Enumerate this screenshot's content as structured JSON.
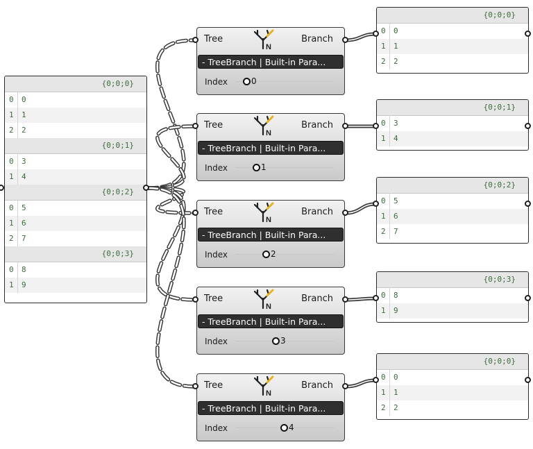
{
  "source_panel": {
    "groups": [
      {
        "path": "{0;0;0}",
        "items": [
          {
            "i": "0",
            "v": "0"
          },
          {
            "i": "1",
            "v": "1"
          },
          {
            "i": "2",
            "v": "2"
          }
        ]
      },
      {
        "path": "{0;0;1}",
        "items": [
          {
            "i": "0",
            "v": "3"
          },
          {
            "i": "1",
            "v": "4"
          }
        ]
      },
      {
        "path": "{0;0;2}",
        "items": [
          {
            "i": "0",
            "v": "5"
          },
          {
            "i": "1",
            "v": "6"
          },
          {
            "i": "2",
            "v": "7"
          }
        ]
      },
      {
        "path": "{0;0;3}",
        "items": [
          {
            "i": "0",
            "v": "8"
          },
          {
            "i": "1",
            "v": "9"
          }
        ]
      }
    ]
  },
  "components": [
    {
      "input_label": "Tree",
      "output_label": "Branch",
      "name": "- TreeBranch | Built-in Para...",
      "slider_label": "Index",
      "slider_value": "0"
    },
    {
      "input_label": "Tree",
      "output_label": "Branch",
      "name": "- TreeBranch | Built-in Para...",
      "slider_label": "Index",
      "slider_value": "1"
    },
    {
      "input_label": "Tree",
      "output_label": "Branch",
      "name": "- TreeBranch | Built-in Para...",
      "slider_label": "Index",
      "slider_value": "2"
    },
    {
      "input_label": "Tree",
      "output_label": "Branch",
      "name": "- TreeBranch | Built-in Para...",
      "slider_label": "Index",
      "slider_value": "3"
    },
    {
      "input_label": "Tree",
      "output_label": "Branch",
      "name": "- TreeBranch | Built-in Para...",
      "slider_label": "Index",
      "slider_value": "4"
    }
  ],
  "output_panels": [
    {
      "path": "{0;0;0}",
      "items": [
        {
          "i": "0",
          "v": "0"
        },
        {
          "i": "1",
          "v": "1"
        },
        {
          "i": "2",
          "v": "2"
        }
      ]
    },
    {
      "path": "{0;0;1}",
      "items": [
        {
          "i": "0",
          "v": "3"
        },
        {
          "i": "1",
          "v": "4"
        }
      ]
    },
    {
      "path": "{0;0;2}",
      "items": [
        {
          "i": "0",
          "v": "5"
        },
        {
          "i": "1",
          "v": "6"
        },
        {
          "i": "2",
          "v": "7"
        }
      ]
    },
    {
      "path": "{0;0;3}",
      "items": [
        {
          "i": "0",
          "v": "8"
        },
        {
          "i": "1",
          "v": "9"
        }
      ]
    },
    {
      "path": "{0;0;0}",
      "items": [
        {
          "i": "0",
          "v": "0"
        },
        {
          "i": "1",
          "v": "1"
        },
        {
          "i": "2",
          "v": "2"
        }
      ]
    }
  ],
  "icon": "tree-branch-icon",
  "colors": {
    "panel_text": "#3d6b3d",
    "component_bar": "#2f2f2f",
    "wire": "#555555"
  }
}
